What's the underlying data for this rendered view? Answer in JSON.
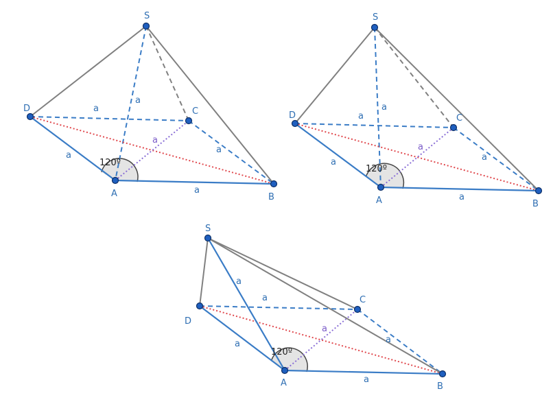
{
  "figures": [
    {
      "points": {
        "S": "S",
        "A": "A",
        "B": "B",
        "C": "C",
        "D": "D"
      },
      "side_labels": {
        "SA": "a",
        "DC": "a",
        "DA": "a",
        "AB": "a",
        "AC": "a",
        "CB": "a"
      },
      "angle_label": "120º"
    },
    {
      "points": {
        "S": "S",
        "A": "A",
        "B": "B",
        "C": "C",
        "D": "D"
      },
      "side_labels": {
        "SA": "a",
        "DC": "a",
        "DA": "a",
        "AB": "a",
        "AC": "a",
        "CB": "a"
      },
      "angle_label": "120º"
    },
    {
      "points": {
        "S": "S",
        "A": "A",
        "B": "B",
        "C": "C",
        "D": "D"
      },
      "side_labels": {
        "SA": "a",
        "DC": "a",
        "DA": "a",
        "AB": "a",
        "AC": "a",
        "CB": "a"
      },
      "angle_label": "120º"
    }
  ],
  "colors": {
    "edge_solid_gray": "#808080",
    "edge_blue": "#3a7cc6",
    "diagonal_red": "#e0474c",
    "median_purple": "#8a6fd6",
    "vertex_fill": "#1f5fbf",
    "vertex_stroke": "#0d2f66",
    "angle_fill": "#d9d9d9"
  }
}
